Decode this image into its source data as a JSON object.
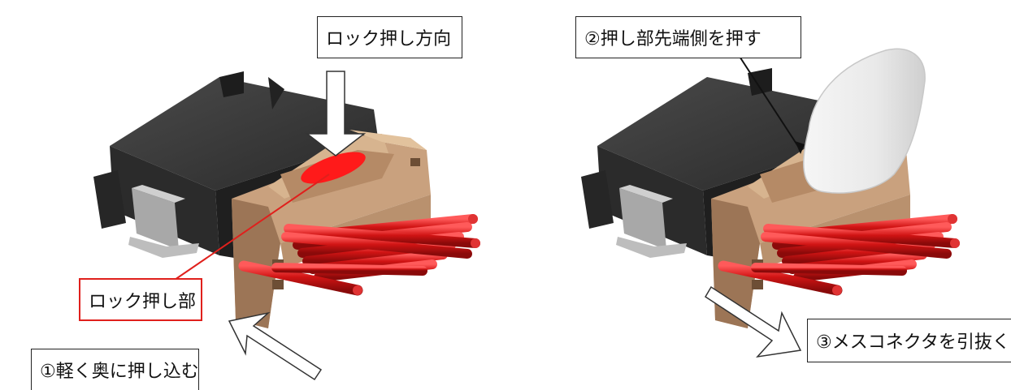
{
  "labels": {
    "lock_push_direction": "ロック押し方向",
    "lock_push_part": "ロック押し部",
    "step1": "①軽く奥に押し込む",
    "step2": "②押し部先端側を押す",
    "step3": "③メスコネクタを引抜く"
  },
  "colors": {
    "housing_dark": "#2b2b2b",
    "housing_mid": "#3c3c3c",
    "connector_tan": "#c9a17e",
    "connector_shadow": "#9c7556",
    "wire_red": "#d11414",
    "wire_highlight": "#ff5a5a",
    "highlight_red": "#ff1a1a",
    "leader_red": "#e0201c",
    "metal_gray": "#a8a8a8"
  },
  "icons": {
    "down_arrow": "down-arrow-icon",
    "push_in_arrow": "push-in-arrow-icon",
    "pull_out_arrow": "pull-out-arrow-icon",
    "finger": "finger-icon"
  }
}
